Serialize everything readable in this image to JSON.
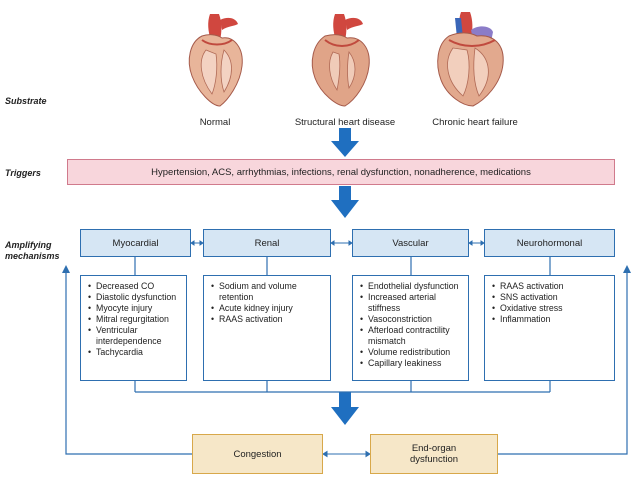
{
  "row_labels": {
    "substrate": "Substrate",
    "triggers": "Triggers",
    "amplifying": "Amplifying",
    "mechanisms": "mechanisms"
  },
  "substrate": [
    {
      "label": "Normal"
    },
    {
      "label": "Structural heart disease"
    },
    {
      "label": "Chronic heart failure"
    }
  ],
  "triggers_text": "Hypertension, ACS, arrhythmias, infections, renal dysfunction, nonadherence, medications",
  "mechanisms": [
    {
      "title": "Myocardial",
      "items": [
        "Decreased CO",
        "Diastolic dysfunction",
        "Myocyte injury",
        "Mitral regurgitation",
        "Ventricular interdependence",
        "Tachycardia"
      ]
    },
    {
      "title": "Renal",
      "items": [
        "Sodium and volume retention",
        "Acute kidney injury",
        "RAAS activation"
      ]
    },
    {
      "title": "Vascular",
      "items": [
        "Endothelial dysfunction",
        "Increased arterial stiffness",
        "Vasoconstriction",
        "Afterload contractility mismatch",
        "Volume redistribution",
        "Capillary leakiness"
      ]
    },
    {
      "title": "Neurohormonal",
      "items": [
        "RAAS activation",
        "SNS activation",
        "Oxidative stress",
        "Inflammation"
      ]
    }
  ],
  "outcomes": {
    "congestion": "Congestion",
    "end_organ_line1": "End-organ",
    "end_organ_line2": "dysfunction"
  },
  "colors": {
    "arrow_blue": "#1f6fc0",
    "box_blue_border": "#2e6fb0",
    "box_blue_fill": "#d6e6f4",
    "trigger_fill": "#f8d6dc",
    "trigger_border": "#d07a8c",
    "outcome_fill": "#f6e7c8",
    "outcome_border": "#d8a84a",
    "heart_red": "#d0473f",
    "heart_tissue": "#e8b59a"
  }
}
